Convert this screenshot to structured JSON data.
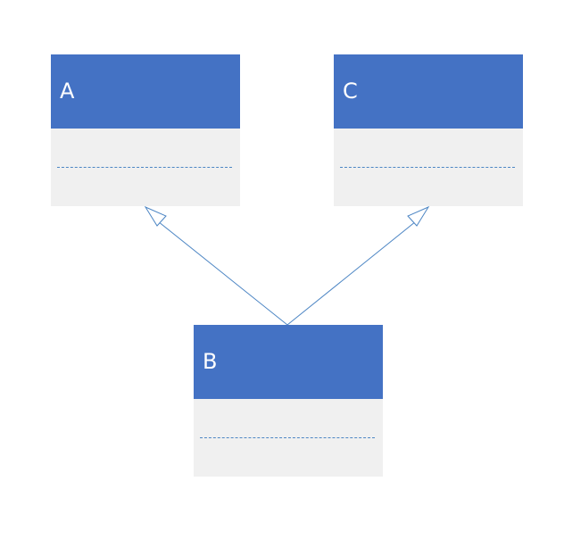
{
  "classes": {
    "a": {
      "name": "A"
    },
    "c": {
      "name": "C"
    },
    "b": {
      "name": "B"
    }
  },
  "colors": {
    "header": "#4472c4",
    "body": "#f0f0f0",
    "line": "#4d86c4"
  }
}
